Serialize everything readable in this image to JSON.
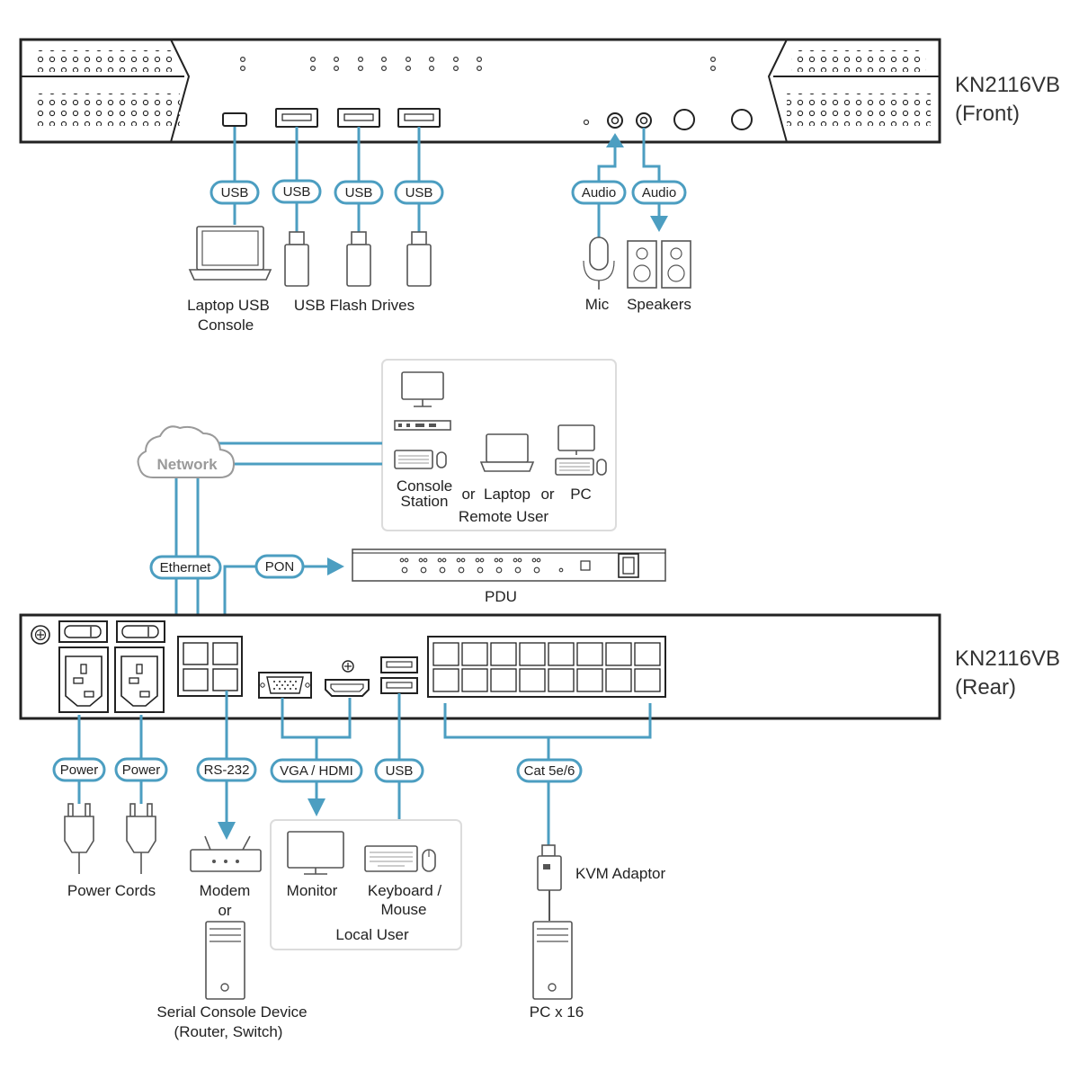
{
  "front": {
    "model": "KN2116VB",
    "side": "(Front)"
  },
  "rear": {
    "model": "KN2116VB",
    "side": "(Rear)"
  },
  "front_cables": {
    "usb_1": "USB",
    "usb_2": "USB",
    "usb_3": "USB",
    "usb_4": "USB",
    "audio_mic": "Audio",
    "audio_speakers": "Audio"
  },
  "front_devices": {
    "laptop_line1": "Laptop USB",
    "laptop_line2": "Console",
    "flash_drives": "USB Flash Drives",
    "mic": "Mic",
    "speakers": "Speakers"
  },
  "network": {
    "cloud": "Network",
    "ethernet": "Ethernet",
    "pon": "PON",
    "pdu": "PDU"
  },
  "remote": {
    "console_line1": "Console",
    "console_line2": "Station",
    "or_1": "or",
    "laptop": "Laptop",
    "or_2": "or",
    "pc": "PC",
    "group": "Remote User"
  },
  "rear_cables": {
    "power_1": "Power",
    "power_2": "Power",
    "rs232": "RS-232",
    "vga_hdmi": "VGA / HDMI",
    "usb": "USB",
    "cat5": "Cat 5e/6"
  },
  "rear_devices": {
    "power_cords": "Power Cords",
    "modem": "Modem",
    "modem_or": "or",
    "serial_line1": "Serial Console Device",
    "serial_line2": "(Router, Switch)",
    "monitor": "Monitor",
    "keyboard_line1": "Keyboard /",
    "keyboard_line2": "Mouse",
    "local_user": "Local User",
    "kvm_adaptor": "KVM Adaptor",
    "pc_count": "PC x 16"
  },
  "colors": {
    "cable": "#4c9ec1",
    "outline": "#222222",
    "device": "#555555"
  }
}
